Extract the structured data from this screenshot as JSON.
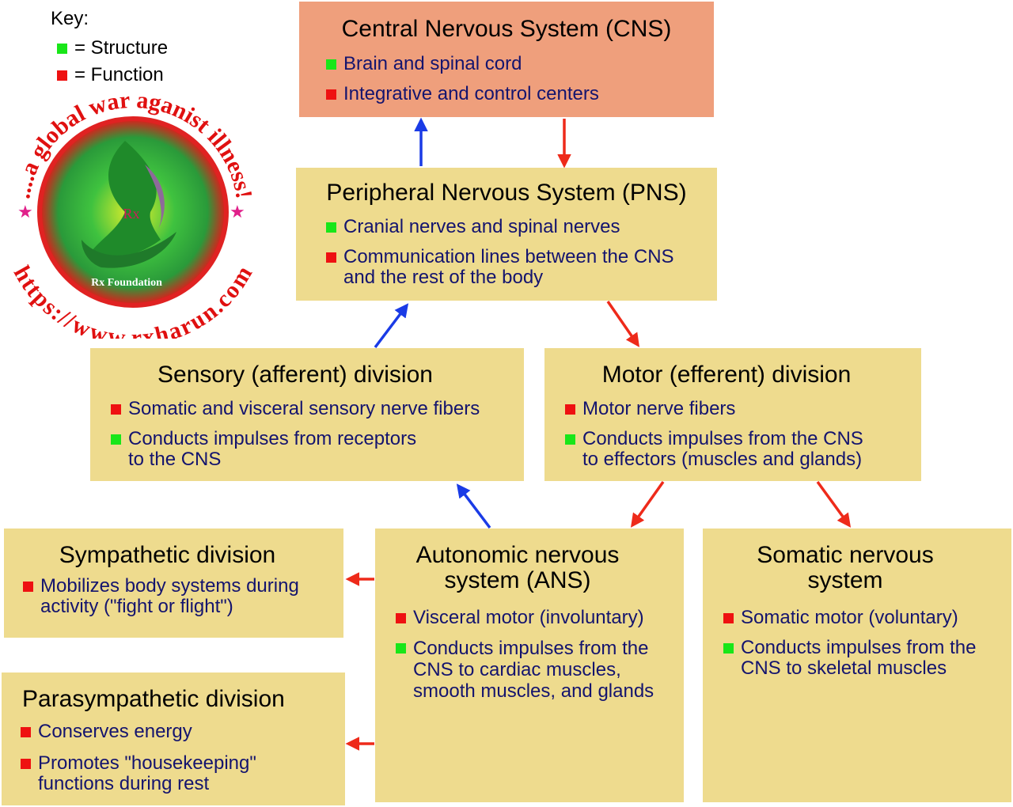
{
  "key": {
    "title": "Key:",
    "structure": "= Structure",
    "function": "= Function"
  },
  "logo": {
    "top_text": "....a global war aganist illness!",
    "bottom_text": "https://www.rxharun.com",
    "center_text": "Rx Foundation",
    "symbol_text": "Rx"
  },
  "cns": {
    "title": "Central Nervous System (CNS)",
    "structure": "Brain and spinal cord",
    "function": "Integrative and control centers"
  },
  "pns": {
    "title": "Peripheral Nervous System (PNS)",
    "structure": "Cranial nerves and spinal nerves",
    "function_line1": "Communication lines between the CNS",
    "function_line2": "and the rest of the body"
  },
  "sensory": {
    "title": "Sensory (afferent) division",
    "function": "Somatic and visceral sensory nerve fibers",
    "structure_line1": "Conducts impulses from receptors",
    "structure_line2": "to the CNS"
  },
  "motor": {
    "title": "Motor (efferent) division",
    "function": "Motor nerve fibers",
    "structure_line1": "Conducts impulses from the CNS",
    "structure_line2": "to effectors (muscles and glands)"
  },
  "sympathetic": {
    "title": "Sympathetic division",
    "function_line1": "Mobilizes body systems during",
    "function_line2": "activity (\"fight or flight\")"
  },
  "parasympathetic": {
    "title": "Parasympathetic division",
    "function1": "Conserves energy",
    "function2_line1": "Promotes \"housekeeping\"",
    "function2_line2": "functions during rest"
  },
  "ans": {
    "title_line1": "Autonomic nervous",
    "title_line2": "system (ANS)",
    "function": "Visceral motor (involuntary)",
    "structure_line1": "Conducts impulses from the",
    "structure_line2": "CNS to cardiac muscles,",
    "structure_line3": "smooth muscles, and glands"
  },
  "somatic": {
    "title_line1": "Somatic nervous",
    "title_line2": "system",
    "function": "Somatic motor (voluntary)",
    "structure_line1": "Conducts impulses from the",
    "structure_line2": "CNS to skeletal muscles"
  },
  "colors": {
    "cns_box": "#ef9f7c",
    "box": "#eedb8e",
    "structure": "#19e619",
    "function": "#ee1111",
    "afferent_arrow": "#1a3be6",
    "efferent_arrow": "#ee2a1a",
    "bullet_text": "#14146e"
  }
}
